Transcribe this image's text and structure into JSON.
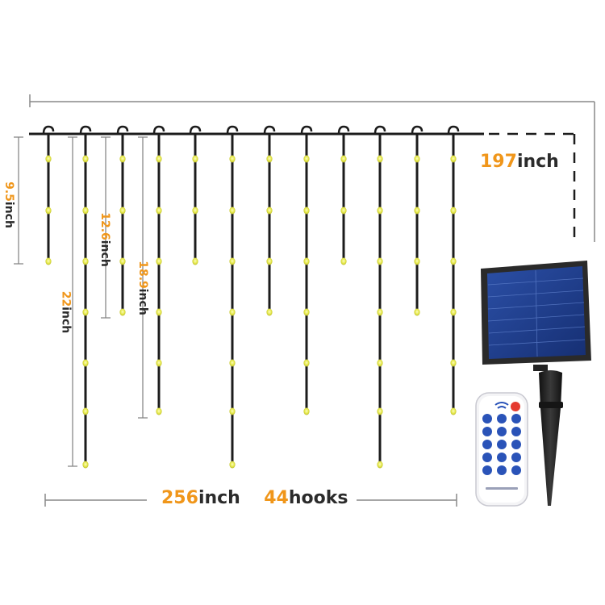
{
  "dimensions": {
    "total_length": {
      "value": "256",
      "unit": "inch"
    },
    "hooks": {
      "value": "44",
      "unit": "hooks"
    },
    "wire_length": {
      "value": "197",
      "unit": "inch"
    },
    "drop_1": {
      "value": "9.5",
      "unit": "inch"
    },
    "drop_2": {
      "value": "12.6",
      "unit": "inch"
    },
    "drop_3": {
      "value": "18.9",
      "unit": "inch"
    },
    "drop_4": {
      "value": "22",
      "unit": "inch"
    }
  },
  "colors": {
    "accent": "#f0961a",
    "text": "#2b2b2b",
    "wire": "#1c1c1c",
    "bulb": "#e6e94a",
    "solar_panel": "#1f3f8f",
    "dimension_line": "#888888"
  },
  "icons": {
    "solar_panel": "solar-panel-icon",
    "remote": "remote-control-icon",
    "stake": "ground-stake-icon"
  }
}
